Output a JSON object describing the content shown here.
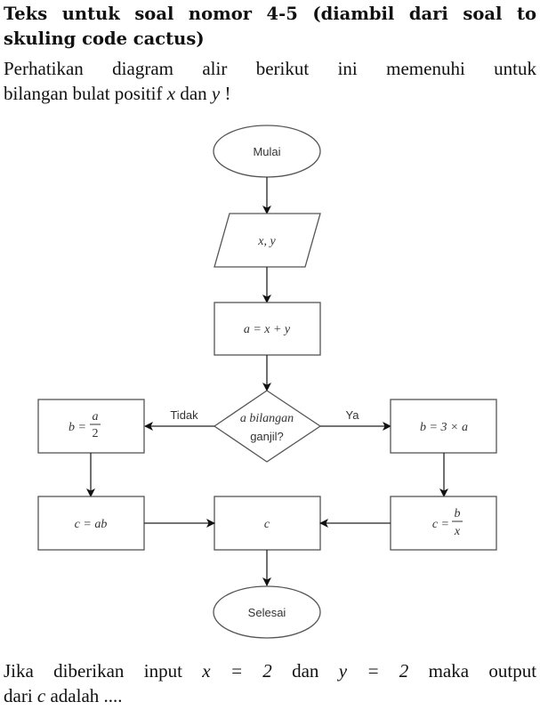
{
  "heading": {
    "line1": "Teks untuk soal nomor 4-5 (diambil dari soal to",
    "line2": "skuling code cactus)"
  },
  "intro": {
    "line1": "Perhatikan diagram alir berikut ini memenuhi untuk",
    "line2_prefix": "bilangan bulat positif ",
    "var_x": "x",
    "conj": " dan ",
    "var_y": "y",
    "suffix": " !"
  },
  "flowchart": {
    "start": "Mulai",
    "input": "x, y",
    "process_a": "a = x + y",
    "decision_line1": "a bilangan",
    "decision_line2": "ganjil?",
    "label_no": "Tidak",
    "label_yes": "Ya",
    "no_branch_b": {
      "lhs": "b =",
      "num": "a",
      "den": "2"
    },
    "yes_branch_b": "b = 3 × a",
    "no_branch_c": "c = ab",
    "yes_branch_c": {
      "lhs": "c =",
      "num": "b",
      "den": "x"
    },
    "output": "c",
    "end": "Selesai"
  },
  "question": {
    "line1_parts": [
      "Jika",
      "diberikan",
      "input",
      "x = 2",
      "dan",
      "y = 2",
      "maka",
      "output"
    ],
    "line2_prefix": "dari ",
    "var_c": "c",
    "line2_suffix": " adalah ...."
  }
}
